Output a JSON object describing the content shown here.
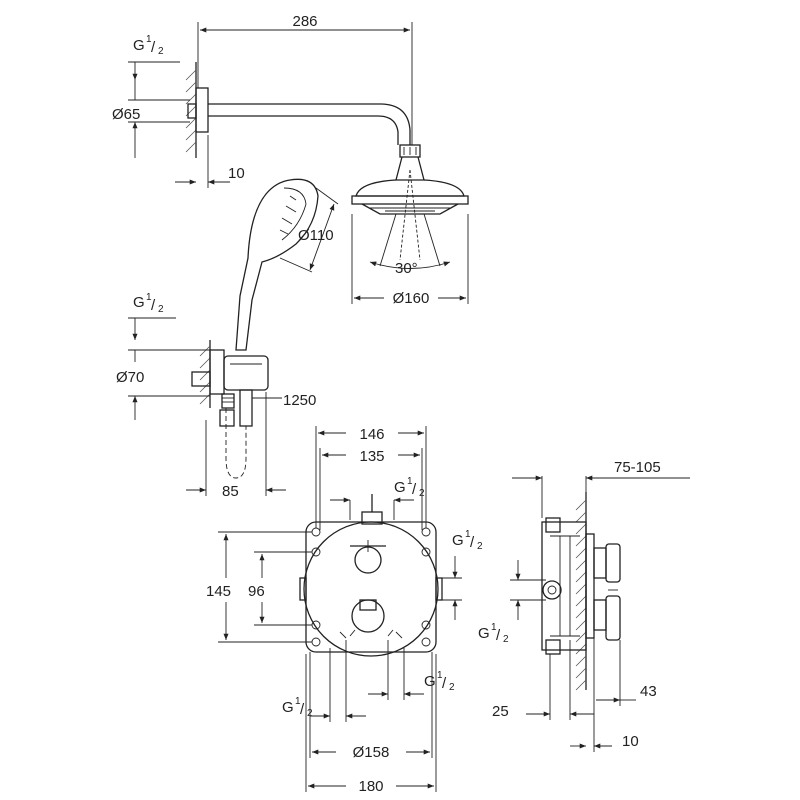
{
  "dimensions": {
    "arm_length": "286",
    "wall_offset_top": "10",
    "flange_diameter": "Ø65",
    "head_tilt": "30°",
    "head_diameter": "Ø160",
    "hand_shower_diameter": "Ø110",
    "elbow_diameter": "Ø70",
    "hose_length": "1250",
    "holder_projection": "85",
    "box_outer_width": "146",
    "box_inner_width": "135",
    "box_height": "145",
    "box_hole_spacing": "96",
    "plate_diameter": "Ø158",
    "plate_width": "180",
    "depth_range": "75-105",
    "side_depth_a": "25",
    "side_depth_b": "43",
    "side_wall_offset": "10"
  },
  "threads": {
    "prefix": "G",
    "numerator": "1",
    "denominator": "2"
  }
}
